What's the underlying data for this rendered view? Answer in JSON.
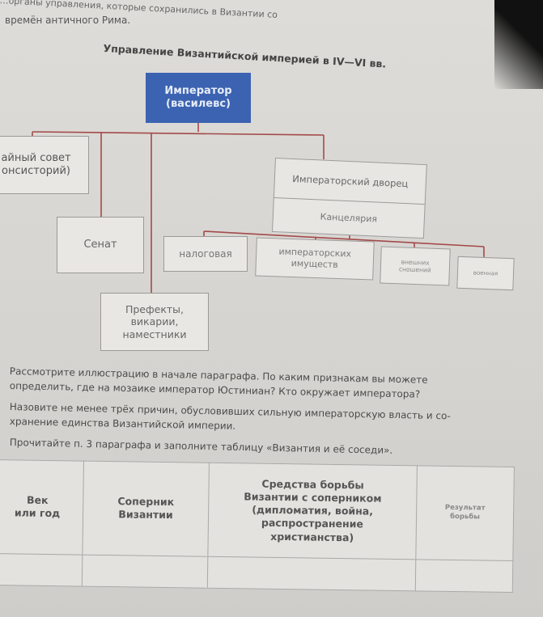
{
  "header": {
    "top_line": "…органы управления, которые сохранились в Византии со",
    "top_line2": "времён античного Рима."
  },
  "diagram": {
    "title": "Управление Византийской империей в IV—VI вв.",
    "emperor": [
      "Император",
      "(василевс)"
    ],
    "council": [
      "айный совет",
      "онсисторий)"
    ],
    "palace": "Императорский дворец",
    "chancellery": "Канцелярия",
    "senate": "Сенат",
    "tax": "налоговая",
    "property": [
      "императорских",
      "имуществ"
    ],
    "foreign": [
      "внешних",
      "сношений"
    ],
    "military": "военная",
    "prefects": [
      "Префекты,",
      "викарии,",
      "наместники"
    ]
  },
  "tasks": {
    "line1": "Рассмотрите иллюстрацию в начале параграфа. По каким признакам вы можете",
    "line2": "определить, где на мозаике император Юстиниан? Кто окружает императора?",
    "line3": "Назовите не менее трёх причин, обусловивших сильную императорскую власть и со-",
    "line4": "хранение единства Византийской империи.",
    "line5": "Прочитайте п. 3 параграфа и заполните таблицу «Византия и её соседи»."
  },
  "table": {
    "headers": [
      [
        "Век",
        "или год"
      ],
      [
        "Соперник",
        "Византии"
      ],
      [
        "Средства борьбы",
        "Византии с соперником",
        "(дипломатия, война,",
        "распространение",
        "христианства)"
      ],
      [
        "Результат",
        "борьбы"
      ]
    ]
  },
  "colors": {
    "emperor_box": "#3c63b1"
  }
}
